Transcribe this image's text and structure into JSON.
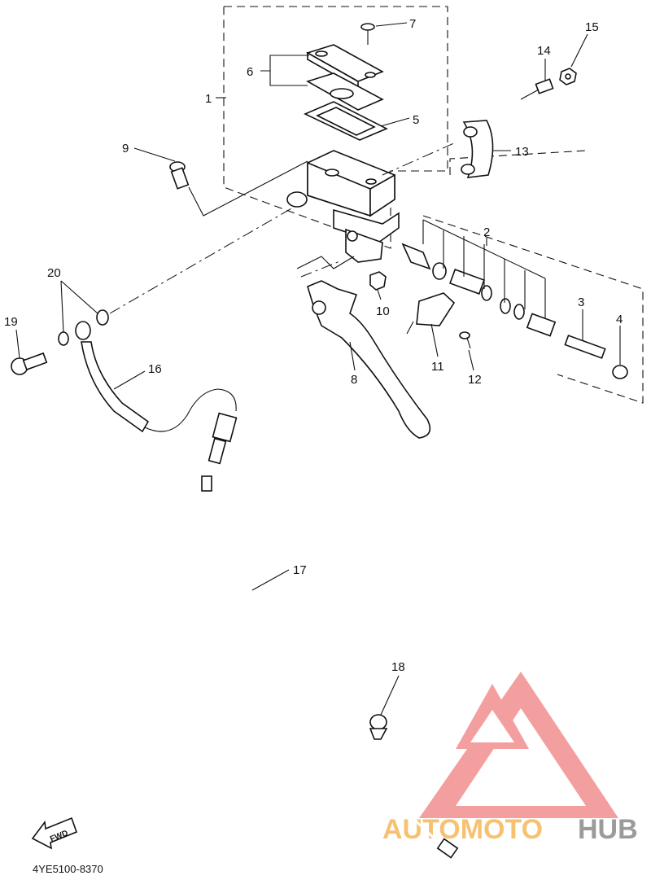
{
  "diagram": {
    "code": "4YE5100-8370",
    "fwd_label": "FWD",
    "callouts": [
      "1",
      "2",
      "3",
      "4",
      "5",
      "6",
      "7",
      "8",
      "9",
      "10",
      "11",
      "12",
      "13",
      "14",
      "15",
      "16",
      "17",
      "18",
      "19",
      "20"
    ]
  },
  "watermark": {
    "text_orange": "AUTOMOTO",
    "text_gray": "HUB",
    "color_logo": "#f08080",
    "color_orange": "#f5b85a",
    "color_gray": "#8a8a8a"
  }
}
